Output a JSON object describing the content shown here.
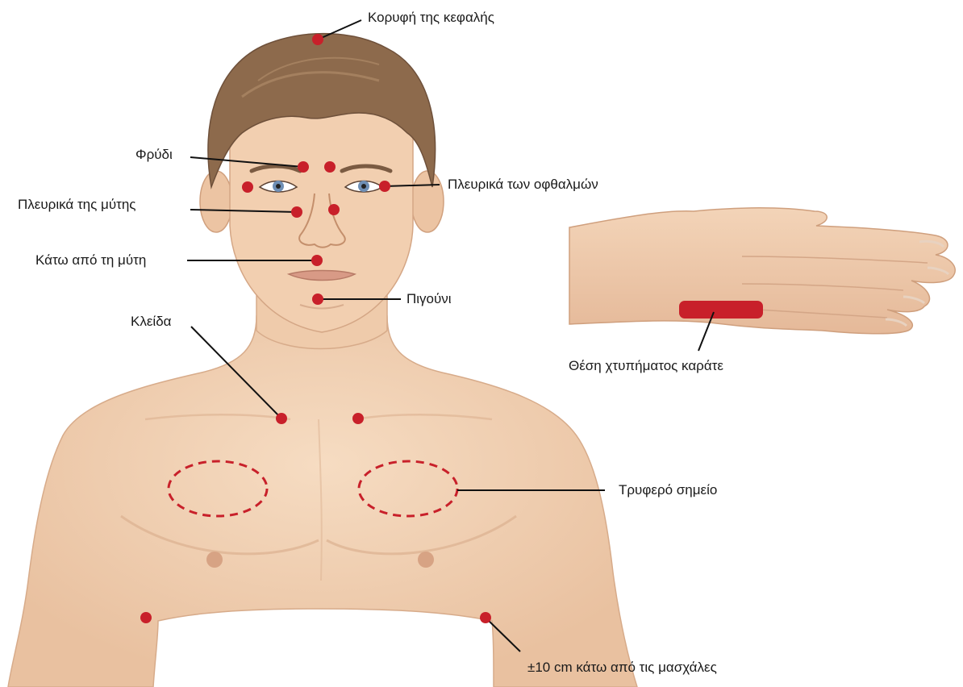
{
  "labels": {
    "crown": "Κορυφή της κεφαλής",
    "eyebrow": "Φρύδι",
    "side_of_eyes": "Πλευρικά των οφθαλμών",
    "side_of_nose": "Πλευρικά της μύτης",
    "under_nose": "Κάτω από τη μύτη",
    "chin": "Πιγούνι",
    "collarbone": "Κλείδα",
    "karate_chop": "Θέση χτυπήματος καράτε",
    "sore_spot": "Τρυφερό σημείο",
    "under_arm": "±10 cm κάτω από τις μασχάλες"
  },
  "colors": {
    "point": "#c8202a",
    "skin": "#f1d2b5",
    "skin_shadow": "#dcb08e",
    "hair": "#8d6a4c",
    "leader": "#111111"
  },
  "icons": {
    "point": "red-dot",
    "sore_spot": "dashed-ellipse",
    "karate_chop": "red-bar"
  }
}
